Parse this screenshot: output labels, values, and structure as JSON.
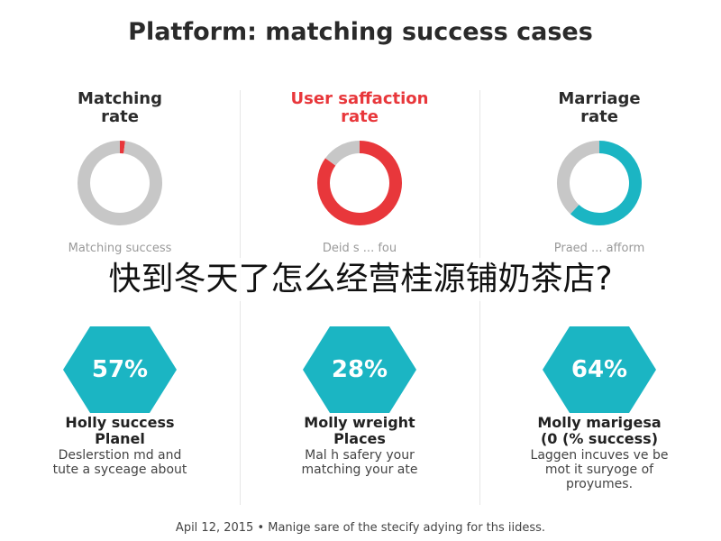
{
  "title": "Platform: matching success cases",
  "overlay_text": "快到冬天了怎么经营桂源铺奶茶店?",
  "footer": "Apil 12, 2015 • Manige sare of the stecify adying for ths iidess.",
  "colors": {
    "gray": "#c7c7c7",
    "red": "#e8373b",
    "teal": "#1bb5c3",
    "text": "#2b2b2b"
  },
  "chart_data": [
    {
      "type": "pie",
      "title": "Matching\nrate",
      "caption": "Matching success",
      "slices": [
        {
          "label": "highlight",
          "value": 2,
          "color": "#e8373b"
        },
        {
          "label": "rest",
          "value": 98,
          "color": "#c7c7c7"
        }
      ]
    },
    {
      "type": "pie",
      "title": "User saffaction\nrate",
      "caption": "Deid s ... fou",
      "title_color": "#e8373b",
      "slices": [
        {
          "label": "highlight",
          "value": 85,
          "color": "#e8373b"
        },
        {
          "label": "rest",
          "value": 15,
          "color": "#c7c7c7"
        }
      ]
    },
    {
      "type": "pie",
      "title": "Marriage\nrate",
      "caption": "Praed ... afform",
      "slices": [
        {
          "label": "highlight",
          "value": 62,
          "color": "#1bb5c3"
        },
        {
          "label": "rest",
          "value": 38,
          "color": "#c7c7c7"
        }
      ]
    }
  ],
  "stats": [
    {
      "value": "57%",
      "label": "Holly success\nPlanel",
      "desc": "Deslerstion md and\ntute a syceage about"
    },
    {
      "value": "28%",
      "label": "Molly wreight\nPlaces",
      "desc": "Mal h safery your\nmatching your ate"
    },
    {
      "value": "64%",
      "label": "Molly marigesa\n(0 (% success)",
      "desc": "Laggen incuves ve be\nmot it suryoge of\nproyumes."
    }
  ]
}
